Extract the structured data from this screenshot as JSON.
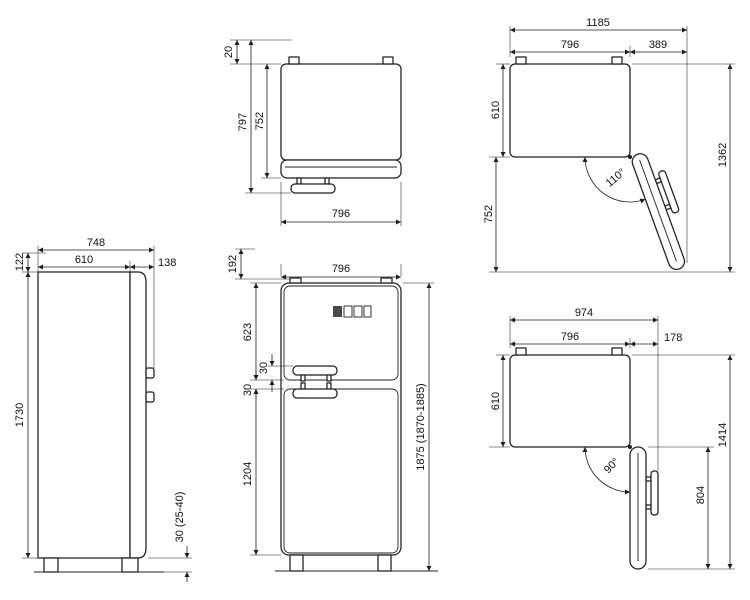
{
  "views": {
    "top": {
      "rear_clearance": "20",
      "depth_total": "797",
      "depth_body": "752",
      "width": "796"
    },
    "open110": {
      "width_total": "1185",
      "width_body": "796",
      "width_door_swing": "389",
      "depth_body": "610",
      "door_projection": "752",
      "depth_total": "1362",
      "angle": "110°"
    },
    "side": {
      "depth_total": "748",
      "depth_body": "610",
      "depth_door_handle": "138",
      "clearance_top": "122",
      "height_body": "1730",
      "feet": "30 (25-40)"
    },
    "front": {
      "offset_top": "192",
      "width": "796",
      "freezer_door": "623",
      "gap_a": "30",
      "gap_b": "30",
      "fridge_door": "1204",
      "height_total": "1875 (1870-1885)"
    },
    "open90": {
      "width_total": "974",
      "width_body": "796",
      "width_door_swing": "178",
      "depth_body": "610",
      "angle": "90°",
      "depth_total": "1414",
      "door_projection": "804"
    }
  }
}
